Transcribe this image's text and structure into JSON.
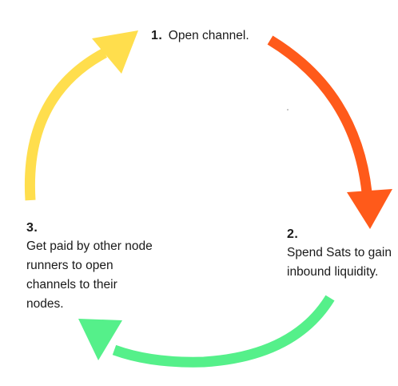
{
  "colors": {
    "arrow_step_1": "#FF5A1A",
    "arrow_step_2": "#55F08A",
    "arrow_step_3": "#FFDE4D",
    "text": "#1a1a1a"
  },
  "steps": [
    {
      "number": "1.",
      "text": "Open channel."
    },
    {
      "number": "2.",
      "text": "Spend Sats to gain inbound liquidity."
    },
    {
      "number": "3.",
      "text": "Get paid by other node runners to open channels to their nodes."
    }
  ]
}
